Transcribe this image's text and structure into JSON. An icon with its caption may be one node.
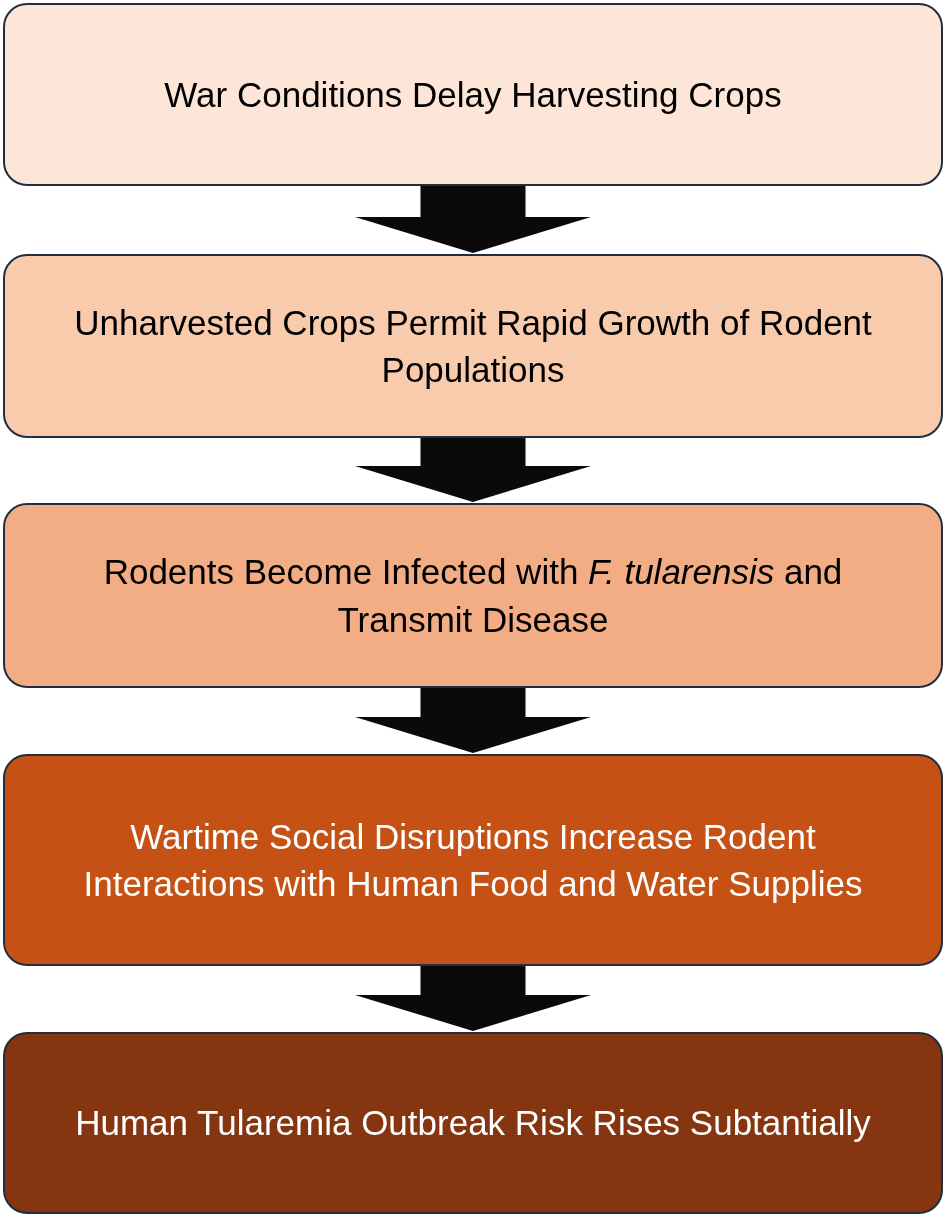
{
  "diagram": {
    "nodes": [
      {
        "text": [
          "War Conditions Delay Harvesting Crops"
        ]
      },
      {
        "text": [
          "Unharvested Crops Permit Rapid Growth of Rodent Populations"
        ]
      },
      {
        "text": [
          "Rodents Become Infected with *F. tularensis* and Transmit Disease"
        ]
      },
      {
        "text": [
          "Wartime Social Disruptions Increase Rodent Interactions with Human Food and Water Supplies"
        ]
      },
      {
        "text": [
          "Human Tularemia Outbreak Risk Rises Subtantially"
        ]
      }
    ],
    "edges": [
      {
        "from": 0,
        "to": 1,
        "arrow": "to"
      },
      {
        "from": 1,
        "to": 2,
        "arrow": "to"
      },
      {
        "from": 2,
        "to": 3,
        "arrow": "to"
      },
      {
        "from": 3,
        "to": 4,
        "arrow": "to"
      }
    ]
  }
}
